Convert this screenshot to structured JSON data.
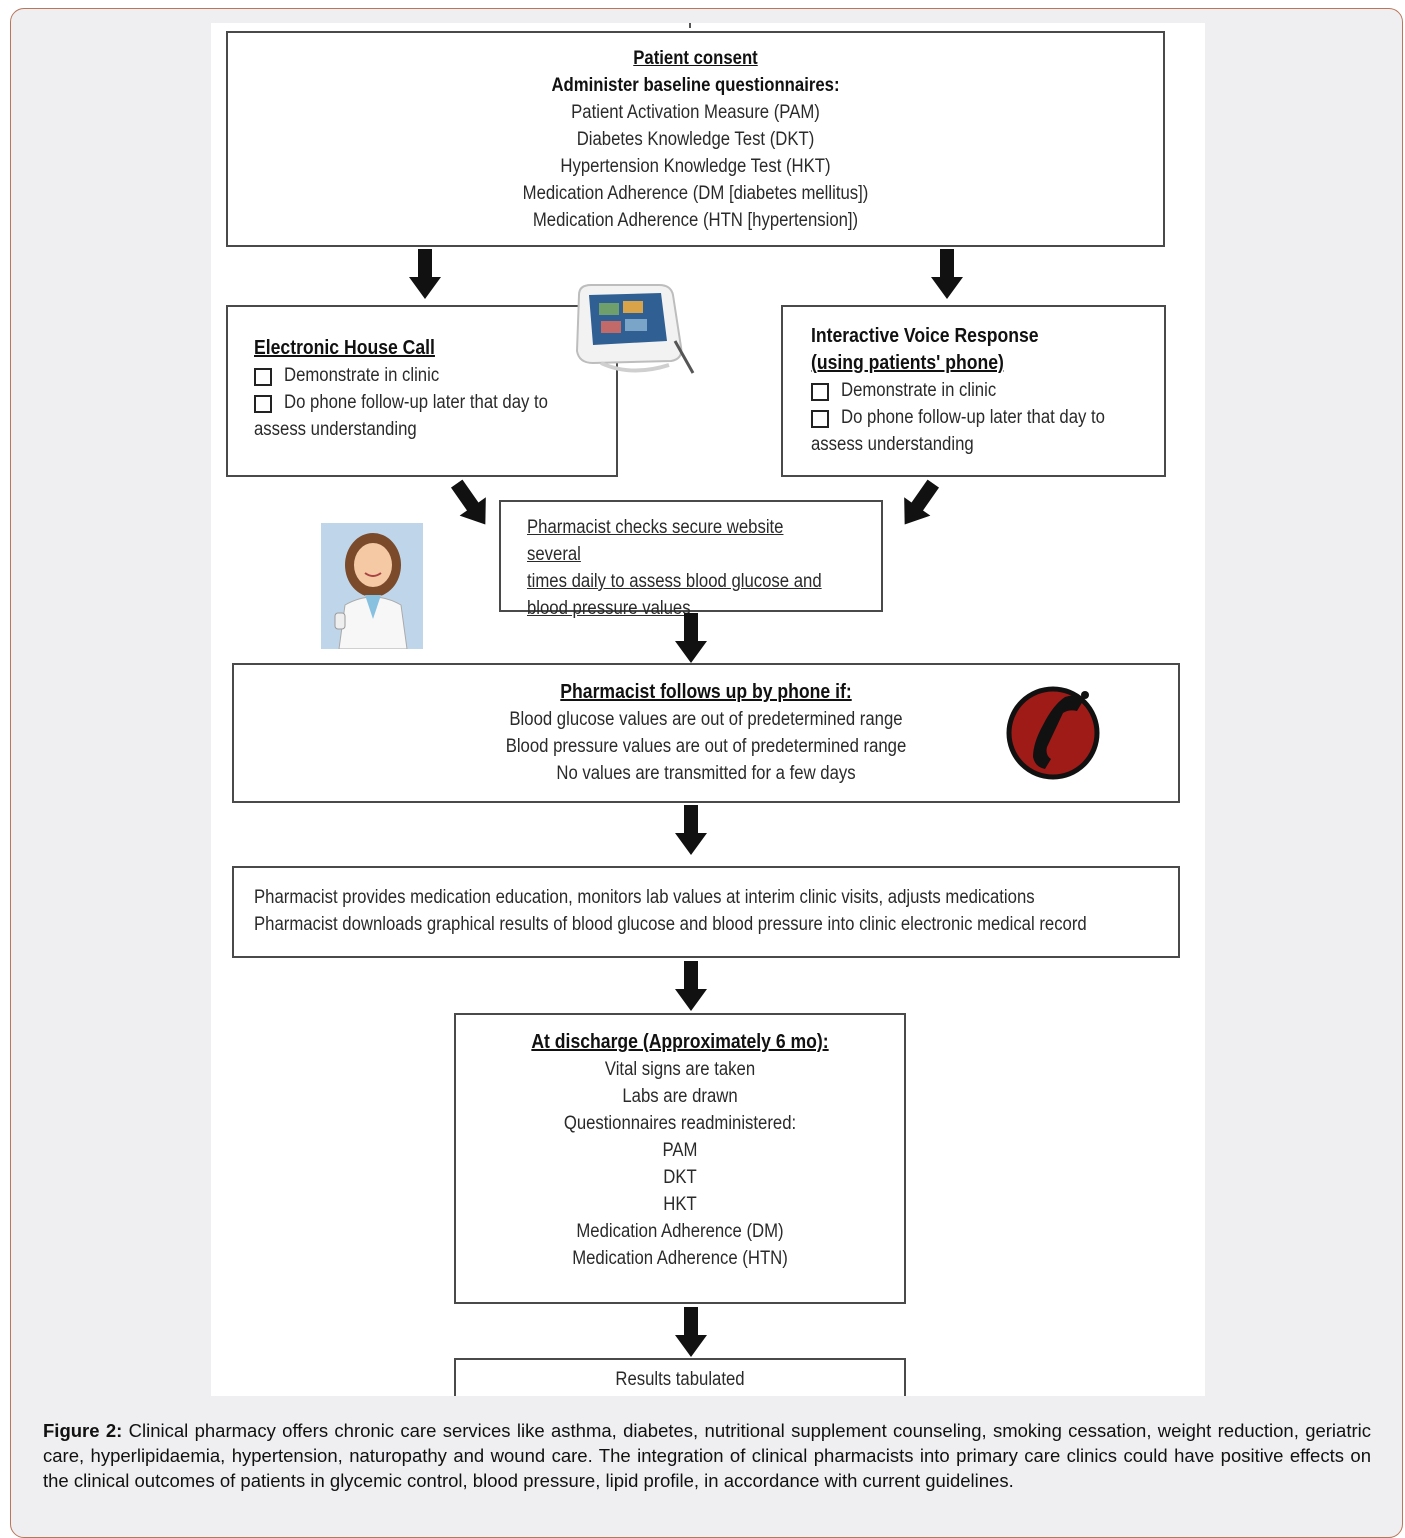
{
  "box_consent": {
    "heading": "Patient consent",
    "subheading": "Administer baseline questionnaires:",
    "items": [
      "Patient Activation Measure (PAM)",
      "Diabetes Knowledge Test (DKT)",
      "Hypertension Knowledge Test (HKT)",
      "Medication Adherence (DM [diabetes mellitus])",
      "Medication Adherence (HTN [hypertension])"
    ]
  },
  "box_house_call": {
    "heading": "Electronic House Call",
    "check1": "Demonstrate in clinic",
    "check2": "Do phone follow-up later that day to",
    "check2b": "assess understanding"
  },
  "box_ivr": {
    "heading1": "Interactive Voice Response",
    "heading2": "(using patients' phone)",
    "check1": "Demonstrate in clinic",
    "check2": "Do phone follow-up later that day to",
    "check2b": "assess understanding"
  },
  "box_website": {
    "lines": [
      "Pharmacist checks secure website several",
      "times daily to assess blood glucose and",
      "blood pressure values"
    ]
  },
  "box_followup": {
    "heading": "Pharmacist follows up by phone if:",
    "items": [
      "Blood glucose values are out of predetermined range",
      "Blood pressure values are out of predetermined range",
      "No values are transmitted for a few days"
    ]
  },
  "box_education": {
    "lines": [
      "Pharmacist provides medication education, monitors lab values at interim clinic visits, adjusts medications",
      "Pharmacist downloads graphical results of blood glucose and blood pressure into clinic electronic medical record"
    ]
  },
  "box_discharge": {
    "heading": "At discharge (Approximately 6 mo):",
    "items": [
      "Vital signs are taken",
      "Labs are drawn",
      "Questionnaires readministered:",
      "PAM",
      "DKT",
      "HKT",
      "Medication Adherence (DM)",
      "Medication Adherence (HTN)"
    ]
  },
  "box_results": {
    "text": "Results tabulated"
  },
  "caption": {
    "label": "Figure 2:",
    "text": " Clinical pharmacy offers chronic care services like asthma, diabetes, nutritional supplement counseling, smoking cessation, weight reduction, geriatric care, hyperlipidaemia, hypertension, naturopathy and wound care. The integration of clinical pharmacists into primary care clinics could have positive effects on the clinical outcomes of patients in glycemic control, blood pressure, lipid profile, in accordance with current guidelines."
  },
  "colors": {
    "frame_border": "#b8765a",
    "frame_background": "#efeff1",
    "phone_badge": "#9e1b17"
  },
  "icons": [
    "telemonitor-device-icon",
    "pharmacist-illustration",
    "telephone-badge-icon",
    "arrow-down-icon"
  ]
}
